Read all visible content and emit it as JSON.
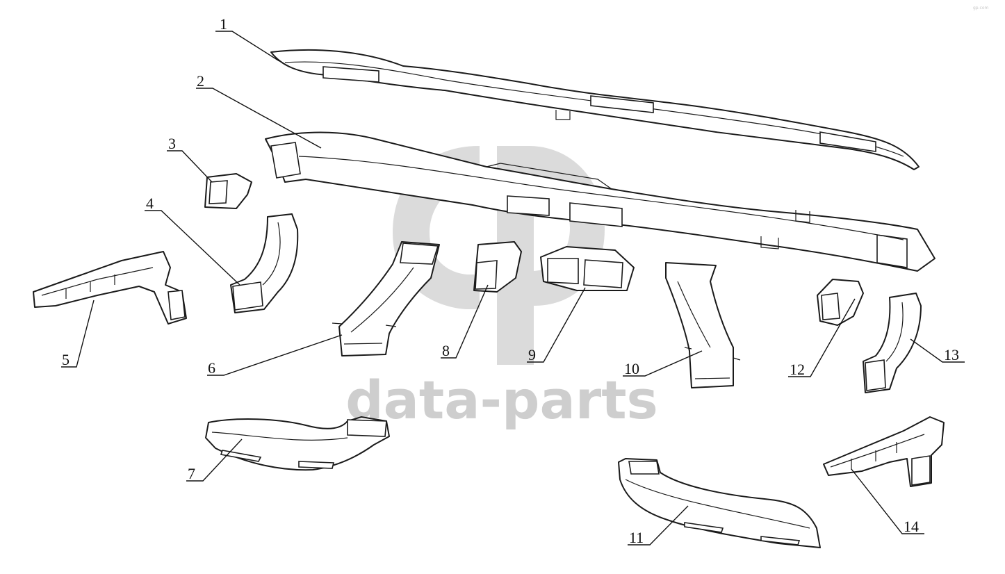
{
  "diagram": {
    "callouts": [
      "1",
      "2",
      "3",
      "4",
      "5",
      "6",
      "7",
      "8",
      "9",
      "10",
      "11",
      "12",
      "13",
      "14"
    ]
  },
  "watermark": {
    "brand_text": "data-parts",
    "logo_icon": "gp-logo-icon",
    "color": "#bdbdbd"
  },
  "corner_mark": "gp.com"
}
